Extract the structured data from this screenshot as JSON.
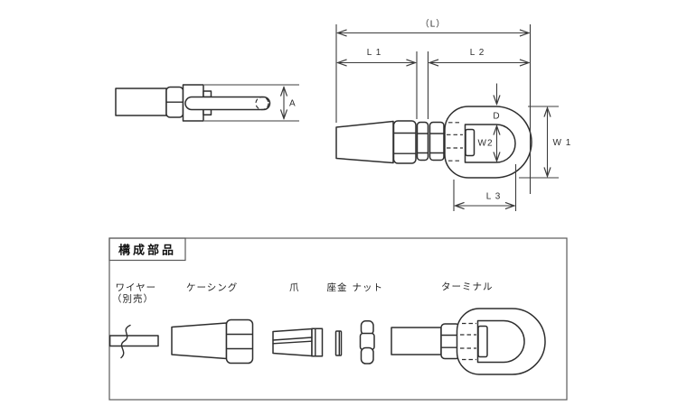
{
  "drawing": {
    "dimensions": {
      "overall_length": "（L）",
      "l1": "L 1",
      "l2": "L 2",
      "a": "A",
      "d": "D",
      "w2": "W2",
      "w1": "W 1",
      "l3": "L 3"
    },
    "parts_panel": {
      "title": "構成部品",
      "labels": {
        "wire": "ワイヤー",
        "wire_note": "（別売）",
        "casing": "ケーシング",
        "claw": "爪",
        "washer": "座金",
        "nut": "ナット",
        "terminal": "ターミナル"
      }
    },
    "colors": {
      "background": "#ffffff",
      "part_outline": "#2e2e2e",
      "dimension_line": "#3c3c3c",
      "panel_border": "#5a5a5a",
      "text": "#222222"
    }
  }
}
